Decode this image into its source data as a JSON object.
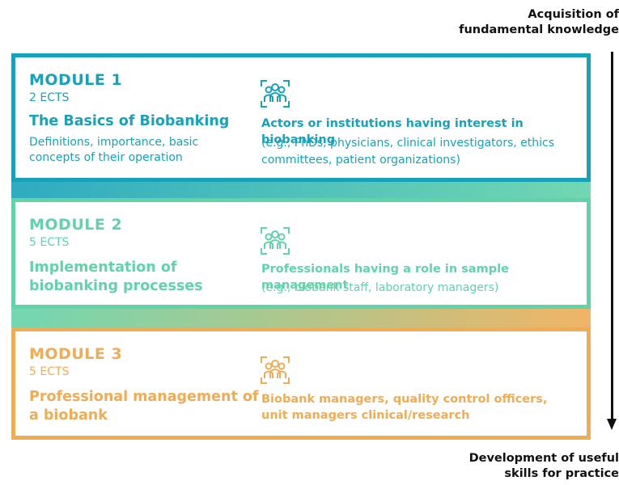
{
  "axis": {
    "top_label": "Acquisition of\nfundamental knowledge",
    "bottom_label": "Development of useful\nskills for practice"
  },
  "colors": {
    "module1": "#17a2ba",
    "module2": "#62d3a9",
    "module3": "#efac55",
    "axis": "#111111"
  },
  "modules": [
    {
      "title": "MODULE 1",
      "ects": "2 ECTS",
      "heading": "The Basics of Biobanking",
      "description": "Definitions, importance, basic concepts of their operation",
      "icon": "people-group-icon",
      "audience_title": "Actors or institutions having interest in biobanking",
      "audience_desc": "(e.g., PhDs, physicians, clinical investigators, ethics committees, patient organizations)"
    },
    {
      "title": "MODULE 2",
      "ects": "5 ECTS",
      "heading": "Implementation of biobanking processes",
      "description": "",
      "icon": "people-group-icon",
      "audience_title": "Professionals having a role in sample management",
      "audience_desc": "(e.g., biobank staff, laboratory managers)"
    },
    {
      "title": "MODULE 3",
      "ects": "5 ECTS",
      "heading": "Professional management of a biobank",
      "description": "",
      "icon": "people-group-icon",
      "audience_title": "Biobank managers, quality control officers, unit managers clinical/research",
      "audience_desc": ""
    }
  ]
}
